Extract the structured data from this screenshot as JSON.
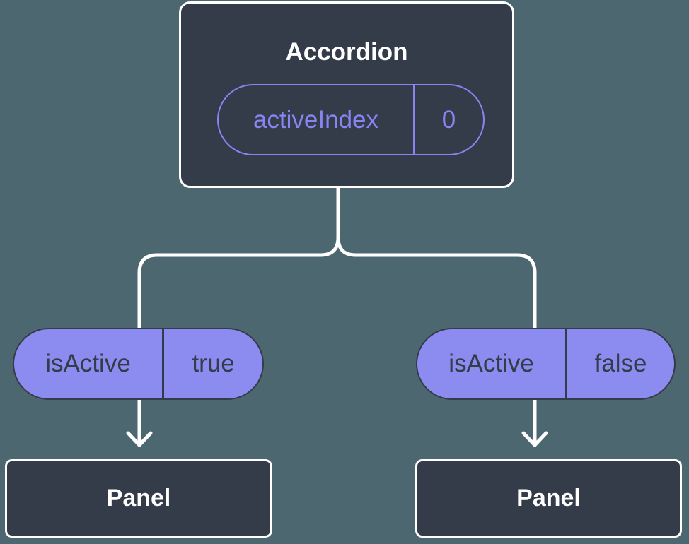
{
  "tree": {
    "root": {
      "title": "Accordion",
      "state": {
        "name": "activeIndex",
        "value": "0"
      }
    },
    "branches": [
      {
        "side": "left",
        "prop": {
          "name": "isActive",
          "value": "true"
        },
        "child": {
          "title": "Panel"
        }
      },
      {
        "side": "right",
        "prop": {
          "name": "isActive",
          "value": "false"
        },
        "child": {
          "title": "Panel"
        }
      }
    ]
  },
  "colors": {
    "background": "#4D6770",
    "node_fill": "#343B49",
    "node_border": "#FFFFFF",
    "prop_pill_fill": "#8C8CF0",
    "accent_purple": "#8685F2",
    "dark_text": "#343B49",
    "connector_line": "#FFFFFF"
  }
}
